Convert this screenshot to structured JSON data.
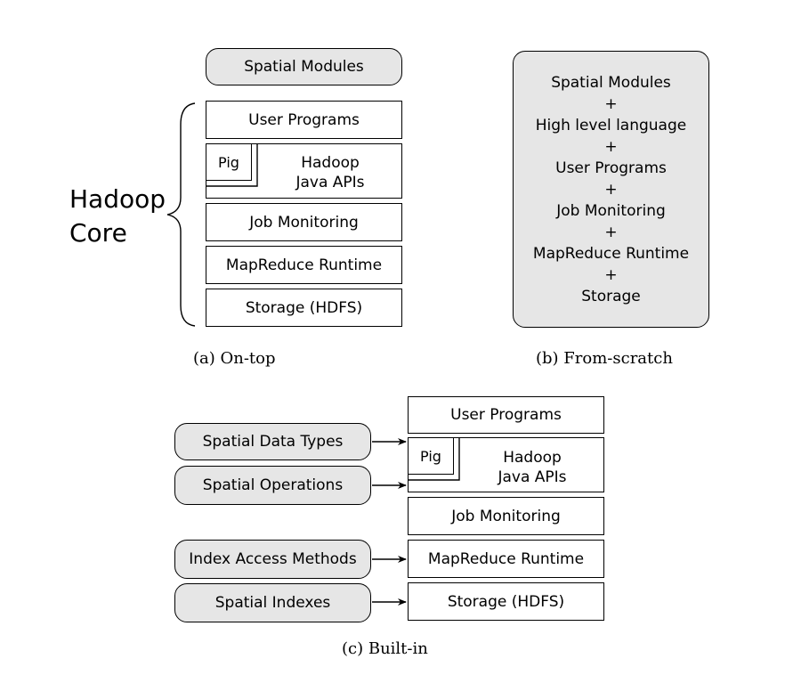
{
  "panel_a": {
    "top_module": "Spatial Modules",
    "layers": [
      "User Programs",
      "Job Monitoring",
      "MapReduce Runtime",
      "Storage (HDFS)"
    ],
    "pig": "Pig",
    "hadoop_api_line1": "Hadoop",
    "hadoop_api_line2": "Java APIs",
    "brace_label_line1": "Hadoop",
    "brace_label_line2": "Core",
    "caption": "(a) On-top"
  },
  "panel_b": {
    "lines": [
      "Spatial Modules",
      "+",
      "High level language",
      "+",
      "User Programs",
      "+",
      "Job Monitoring",
      "+",
      "MapReduce Runtime",
      "+",
      "Storage"
    ],
    "caption": "(b) From-scratch"
  },
  "panel_c": {
    "layers": [
      "User Programs",
      "Job Monitoring",
      "MapReduce Runtime",
      "Storage (HDFS)"
    ],
    "pig": "Pig",
    "hadoop_api_line1": "Hadoop",
    "hadoop_api_line2": "Java APIs",
    "modules": [
      "Spatial Data Types",
      "Spatial Operations",
      "Index Access Methods",
      "Spatial Indexes"
    ],
    "caption": "(c) Built-in"
  }
}
